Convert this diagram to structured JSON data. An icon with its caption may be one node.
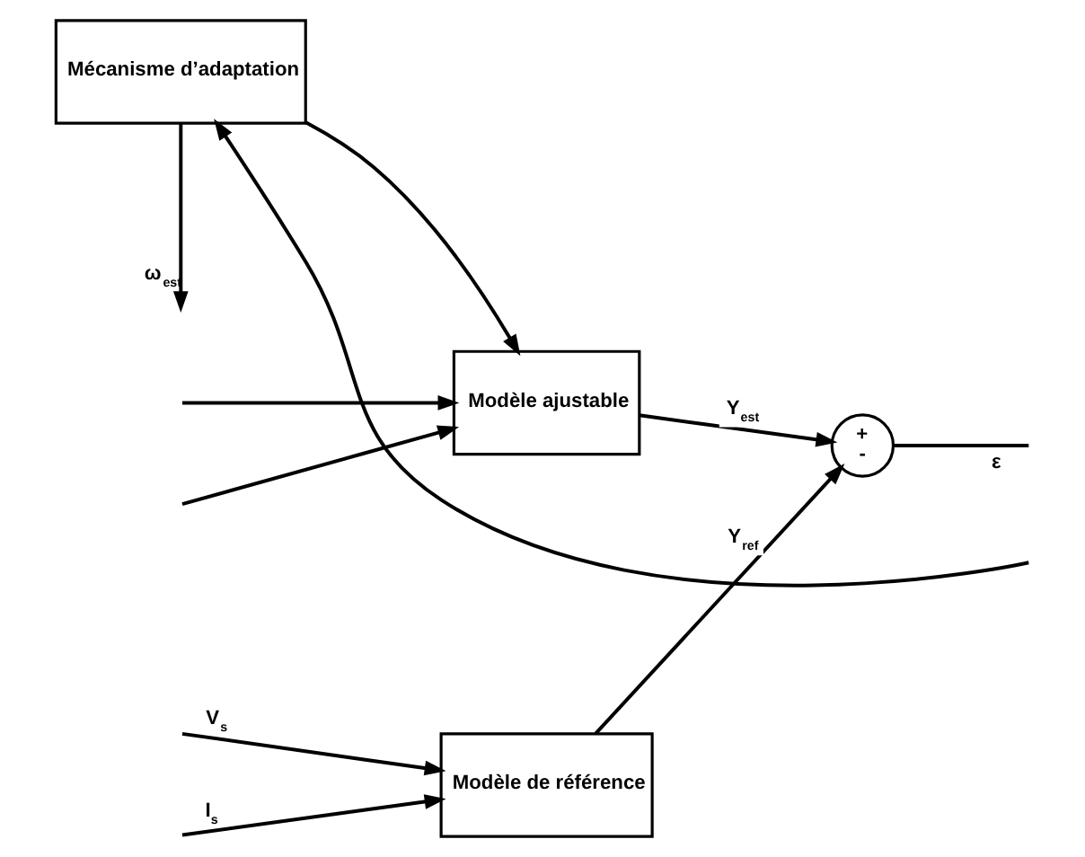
{
  "diagram": {
    "nodes": [
      {
        "text": [
          "Modèle de référence"
        ]
      },
      {
        "text": [
          "Modèle ajustable"
        ]
      },
      {
        "text": [
          "+",
          "-"
        ]
      },
      {
        "text": [
          "Mécanisme d’adaptation"
        ]
      }
    ],
    "edges": [
      {
        "from": null,
        "to": 0,
        "arrow": "to",
        "label": "V$_{s}$"
      },
      {
        "from": null,
        "to": 0,
        "arrow": "to",
        "label": "I$_{s}$"
      },
      {
        "from": null,
        "to": 1,
        "arrow": "to"
      },
      {
        "from": null,
        "to": 1,
        "arrow": "to"
      },
      {
        "from": 0,
        "to": 2,
        "arrow": "to",
        "label": "Y$_{ref}$"
      },
      {
        "from": 1,
        "to": 2,
        "arrow": "to",
        "label": "Y$_{est}$"
      },
      {
        "from": 2,
        "to": null,
        "arrow": "none",
        "label": "ε"
      },
      {
        "from": null,
        "to": 3,
        "arrow": "to"
      },
      {
        "from": 3,
        "to": null,
        "arrow": "to",
        "label": "ω$_{est}$"
      },
      {
        "from": 3,
        "to": 1,
        "arrow": "to"
      }
    ]
  }
}
